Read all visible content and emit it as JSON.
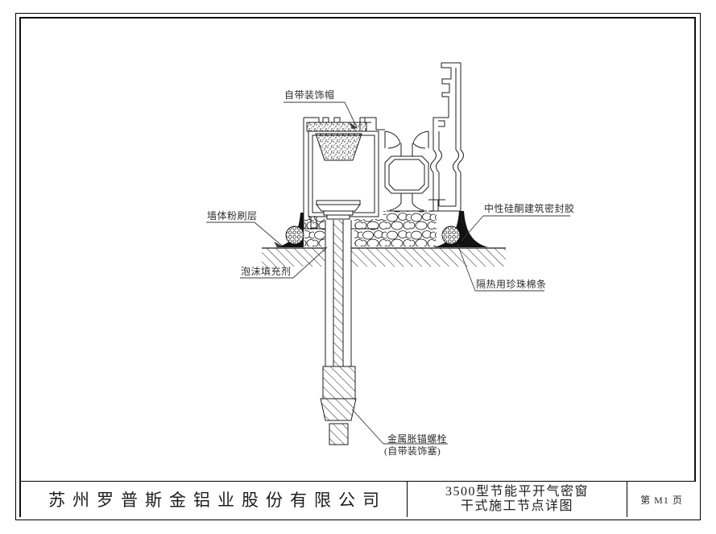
{
  "colors": {
    "background": "#ffffff",
    "line": "#1c1c1c",
    "leader": "#3a3a3a",
    "sealant_fill": "#111111"
  },
  "drawing_labels": {
    "decorative_cap": "自带装饰帽",
    "wall_plaster": "墙体粉刷层",
    "foam_filler": "泡沫填充剂",
    "silicone_sealant": "中性硅酮建筑密封胶",
    "pearl_cotton": "隔热用珍珠棉条",
    "anchor_bolt": "金属胀锚螺栓",
    "anchor_bolt_note": "(自带装饰塞)"
  },
  "title_block": {
    "company": "苏州罗普斯金铝业股份有限公司",
    "drawing_title_line1": "3500型节能平开气密窗",
    "drawing_title_line2": "干式施工节点详图",
    "page_number": "第 M1 页"
  }
}
